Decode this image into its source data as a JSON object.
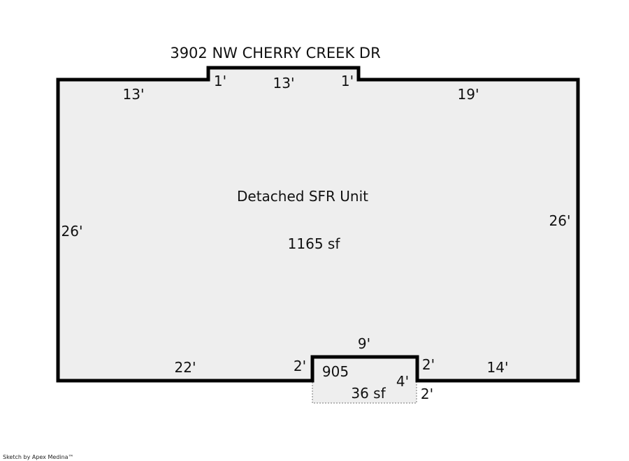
{
  "title": "3902 NW CHERRY CREEK DR",
  "main_area": {
    "name": "Detached SFR Unit",
    "area": "1165 sf",
    "fill": "#eeeeee",
    "stroke": "#000000"
  },
  "annex": {
    "code": "905",
    "area": "36 sf",
    "fill": "#eeeeee",
    "stroke": "#777777"
  },
  "dimensions": {
    "top_left": "13'",
    "top_bump_left": "1'",
    "top_bump": "13'",
    "top_bump_right": "1'",
    "top_right": "19'",
    "left": "26'",
    "right": "26'",
    "bottom_left": "22'",
    "bottom_notch_left": "2'",
    "bottom_notch": "9'",
    "bottom_notch_right": "2'",
    "bottom_right": "14'",
    "annex_side": "4'",
    "annex_bottom": "2'"
  },
  "credit": "Sketch by Apex Medina™"
}
